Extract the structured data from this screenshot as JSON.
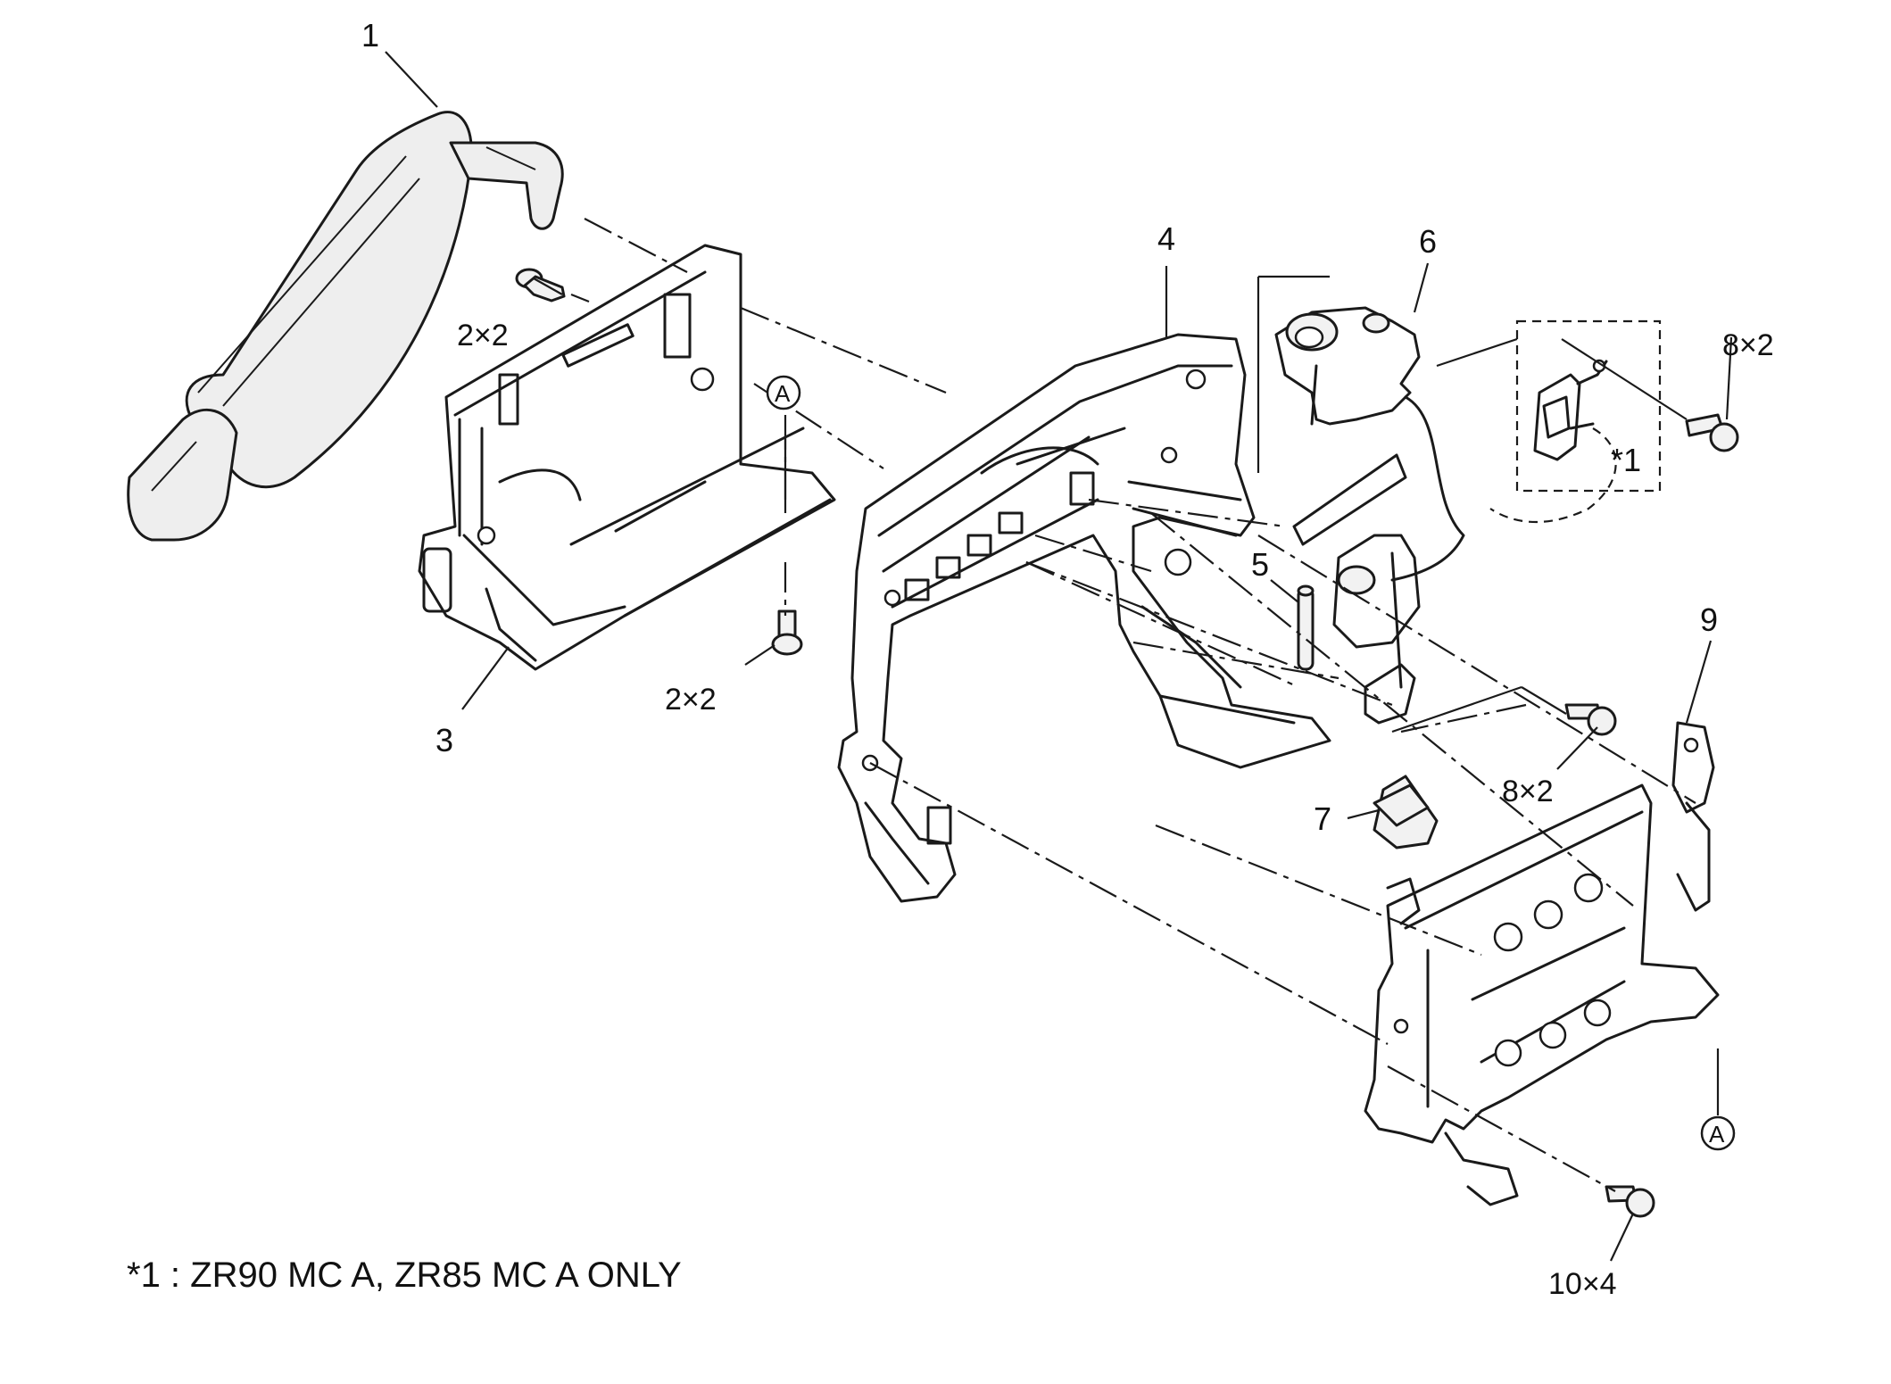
{
  "callouts": {
    "c1": "1",
    "c3": "3",
    "c4": "4",
    "c5": "5",
    "c6": "6",
    "c7": "7",
    "c9": "9",
    "star1": "*1"
  },
  "screws": {
    "s_2x2_top": "2×2",
    "s_2x2_bottom": "2×2",
    "s_8x2_top": "8×2",
    "s_8x2_mid": "8×2",
    "s_10x4": "10×4"
  },
  "markers": {
    "a_top": "A",
    "a_right": "A"
  },
  "footnote": "*1 : ZR90 MC A, ZR85 MC A ONLY"
}
